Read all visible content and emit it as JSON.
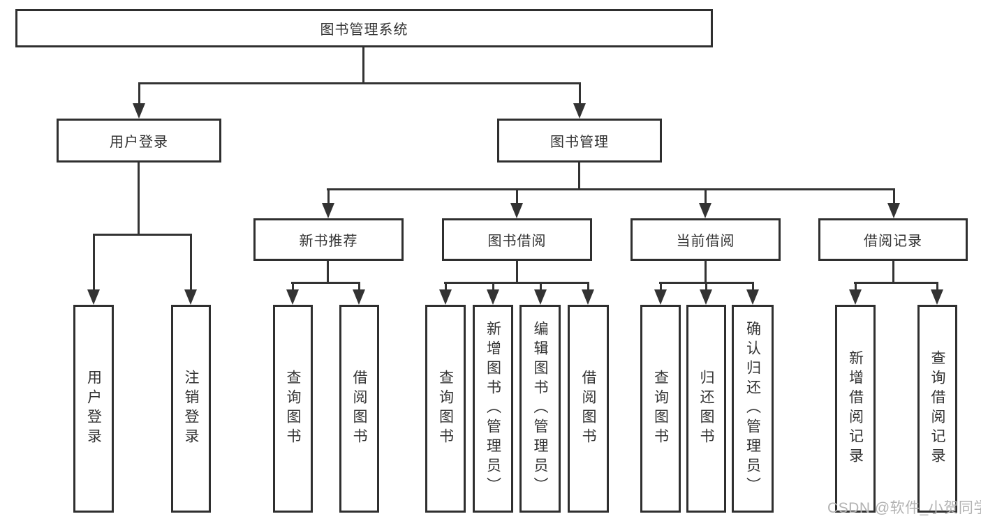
{
  "colors": {
    "line_color": "#333333",
    "box_border_color": "#2f2f2f",
    "text_color": "#333333",
    "watermark_color": "#b2b2b2",
    "background_color": "#ffffff"
  },
  "diagram": {
    "root": {
      "label": "图书管理系统"
    },
    "level2": [
      {
        "label": "用户登录"
      },
      {
        "label": "图书管理"
      }
    ],
    "level3": [
      {
        "label": "新书推荐"
      },
      {
        "label": "图书借阅"
      },
      {
        "label": "当前借阅"
      },
      {
        "label": "借阅记录"
      }
    ],
    "leaves": {
      "user_login": [
        {
          "label": "用户登录"
        },
        {
          "label": "注销登录"
        }
      ],
      "new_book_recommendation": [
        {
          "label": "查询图书"
        },
        {
          "label": "借阅图书"
        }
      ],
      "book_borrowing": [
        {
          "label": "查询图书"
        },
        {
          "label": "新增图书（管理员）"
        },
        {
          "label": "编辑图书（管理员）"
        },
        {
          "label": "借阅图书"
        }
      ],
      "current_borrowing": [
        {
          "label": "查询图书"
        },
        {
          "label": "归还图书"
        },
        {
          "label": "确认归还（管理员）"
        }
      ],
      "borrowing_records": [
        {
          "label": "新增借阅记录"
        },
        {
          "label": "查询借阅记录"
        }
      ]
    }
  },
  "watermark": {
    "text": "CSDN @软件_小贺同学"
  }
}
